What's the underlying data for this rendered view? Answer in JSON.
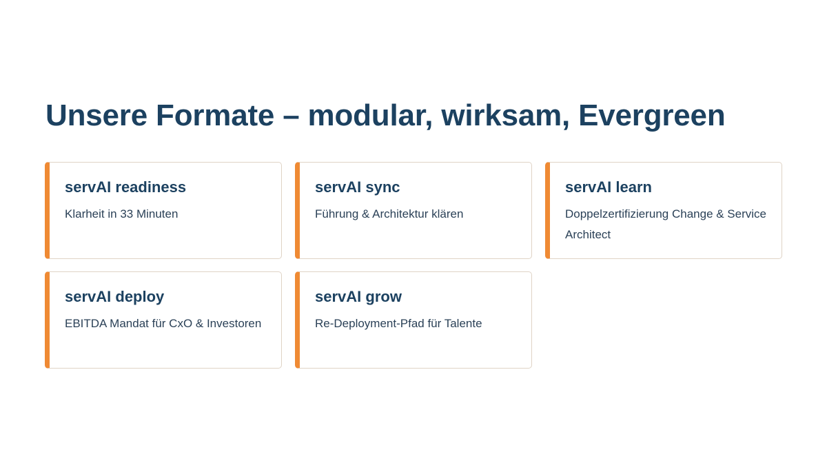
{
  "page": {
    "title": "Unsere Formate – modular, wirksam, Evergreen"
  },
  "colors": {
    "title": "#1c4160",
    "accent": "#ef8a34",
    "card_border": "#dfd3c5",
    "text": "#2b4157",
    "background": "#ffffff"
  },
  "cards": [
    {
      "title": "servAI readiness",
      "description": "Klarheit in 33 Minuten"
    },
    {
      "title": "servAI sync",
      "description": "Führung & Architektur klären"
    },
    {
      "title": "servAI learn",
      "description": "Doppelzertifizierung Change & Service Architect"
    },
    {
      "title": "servAI deploy",
      "description": "EBITDA Mandat für CxO & Investoren"
    },
    {
      "title": "servAI grow",
      "description": "Re-Deployment-Pfad für Talente"
    }
  ]
}
